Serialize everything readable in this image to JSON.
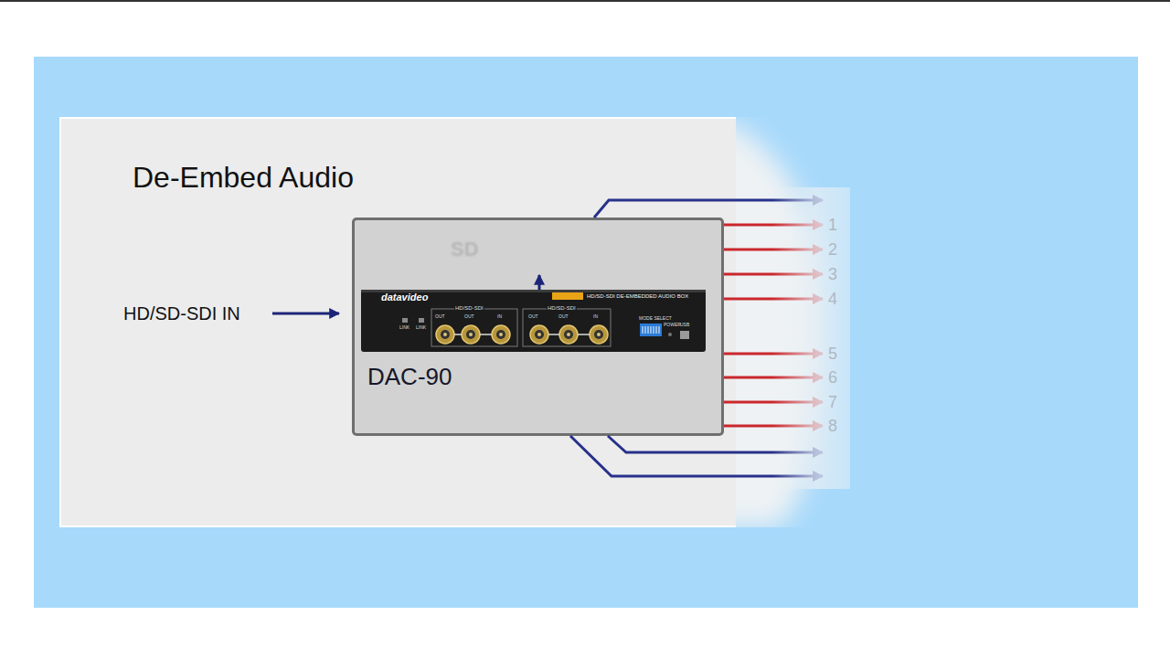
{
  "diagram": {
    "title": "De-Embed Audio",
    "nodes": [
      {
        "text": [
          "DAC-90"
        ]
      }
    ],
    "labels": [
      "HD/SD-SDI IN",
      "SD",
      "datavideo",
      "LINK",
      "LINK",
      "HD/SD-SDI",
      "OUT",
      "OUT",
      "IN",
      "HD/SD-SDI",
      "OUT",
      "OUT",
      "IN",
      "HD/SD-SDI DE-EMBEDDED AUDIO BOX",
      "MODE SELECT",
      "POWER",
      "USB",
      "1",
      "2",
      "3",
      "4",
      "5",
      "6",
      "7",
      "8"
    ]
  }
}
